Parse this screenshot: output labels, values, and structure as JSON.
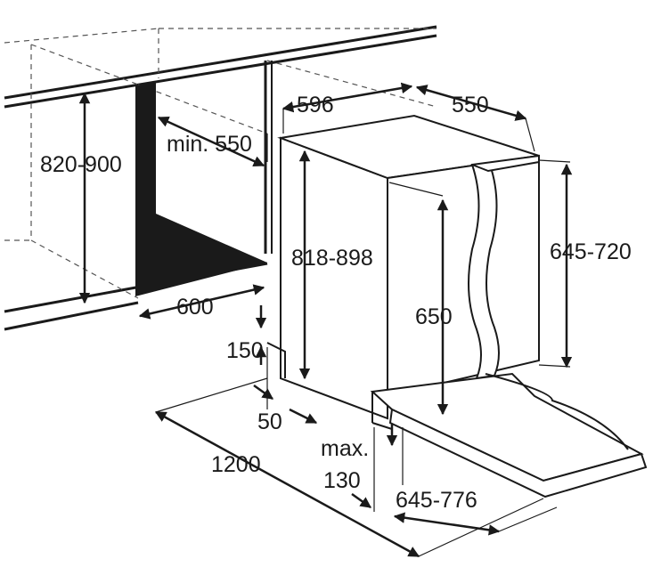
{
  "dimensions": {
    "width_596": "596",
    "depth_550": "550",
    "min_550": "min. 550",
    "niche_height": "820-900",
    "appliance_height": "818-898",
    "door_height": "645-720",
    "door_650": "650",
    "niche_width": "600",
    "plinth_150": "150",
    "gap_50": "50",
    "door_swing": "1200",
    "max_label": "max.",
    "max_value": "130",
    "door_open": "645-776"
  },
  "icons": {
    "arrows": "double-headed-arrow"
  },
  "colors": {
    "stroke": "#1a1a1a",
    "dashed": "#555555",
    "fill_dark": "#1a1a1a",
    "fill_white": "#ffffff"
  }
}
